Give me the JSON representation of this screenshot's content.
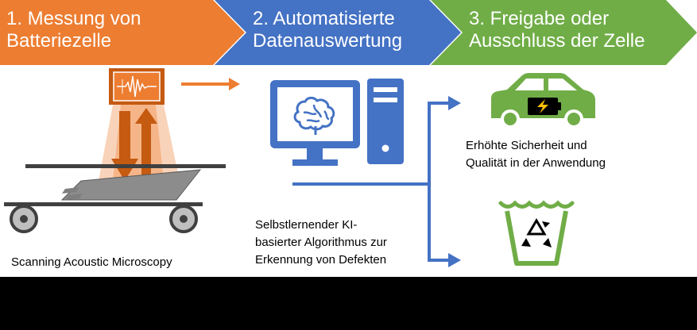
{
  "steps": [
    {
      "label": "1. Messung von\nBatteriezelle",
      "color": "#ED7D31"
    },
    {
      "label": "2. Automatisierte\nDatenauswertung",
      "color": "#4472C4"
    },
    {
      "label": "3. Freigabe oder\nAusschluss der Zelle",
      "color": "#70AD47"
    }
  ],
  "captions": {
    "microscopy": "Scanning Acoustic Microscopy",
    "algorithm": "Selbstlernender KI-\nbasierter Algorithmus zur\nErkennung von Defekten",
    "approval": "Erhöhte Sicherheit und\nQualität in der Anwendung"
  },
  "icons": {
    "sensor": "ultrasound-sensor-icon",
    "computer": "computer-brain-icon",
    "car": "electric-car-icon",
    "recycle": "recycling-bin-icon"
  }
}
